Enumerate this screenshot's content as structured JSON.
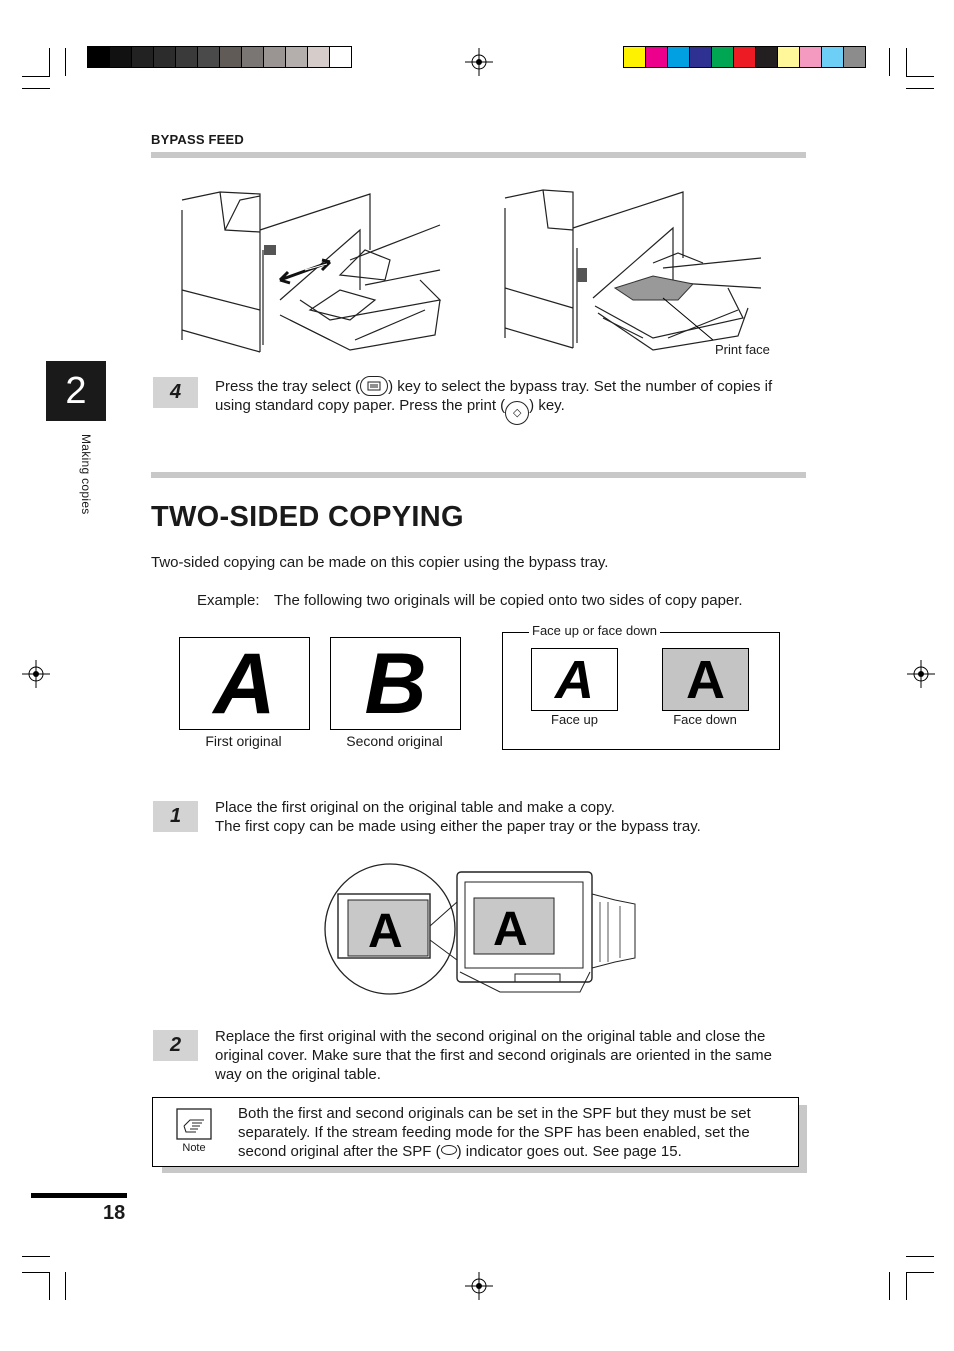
{
  "header": {
    "section_label": "BYPASS FEED"
  },
  "sidebar": {
    "chapter_number": "2",
    "chapter_title": "Making copies"
  },
  "figure_top": {
    "print_face_label": "Print face"
  },
  "step4": {
    "number": "4",
    "text_a": "Press the tray select (",
    "text_b": ") key to select the bypass tray. Set the number of copies if",
    "text_c": "using standard copy paper. Press the print (",
    "text_d": ") key."
  },
  "two_sided": {
    "title": "TWO-SIDED COPYING",
    "intro": "Two-sided copying can be made on this copier using the bypass tray.",
    "example_label": "Example:",
    "example_text": "The following two originals will be copied onto two sides of copy paper."
  },
  "originals": {
    "first": {
      "letter": "A",
      "caption": "First original"
    },
    "second": {
      "letter": "B",
      "caption": "Second original"
    },
    "orientation_legend": "Face up or face down",
    "face_up": {
      "letter": "A",
      "caption": "Face up"
    },
    "face_down": {
      "letter": "A",
      "caption": "Face down"
    }
  },
  "step1": {
    "number": "1",
    "line1": "Place the first original on the original table and make a copy.",
    "line2": "The first copy can be made using either the paper tray or the bypass tray."
  },
  "figure_mid": {
    "letter_left": "A",
    "letter_right": "A"
  },
  "step2": {
    "number": "2",
    "line1": "Replace the first original with the second original on the original table and close the",
    "line2": "original cover. Make sure that the first and second originals are oriented in the same",
    "line3": "way on the original table."
  },
  "note": {
    "label": "Note",
    "line1": "Both the first and second originals can be set in the SPF but they must be set",
    "line2": "separately. If the stream feeding mode for the SPF has been enabled, set the",
    "line3_a": "second original after the SPF (",
    "line3_b": ") indicator goes out. See page 15."
  },
  "footer": {
    "page_number": "18"
  },
  "colors": {
    "gray_scale": [
      "#000000",
      "#111111",
      "#222222",
      "#2c2c2c",
      "#3a3a3a",
      "#4a4a4a",
      "#615b58",
      "#7a7674",
      "#9a9593",
      "#b4aeac",
      "#d6ccc9",
      "#ffffff"
    ],
    "process": [
      "#fff200",
      "#ec008c",
      "#00a0e3",
      "#2e3192",
      "#00a651",
      "#ed1c24",
      "#231f20",
      "#fff799",
      "#f49ac1",
      "#6dcff6",
      "#8c8c8c"
    ],
    "rule_gray": "#c8c8c8",
    "step_box_gray": "#d3d3d3"
  }
}
